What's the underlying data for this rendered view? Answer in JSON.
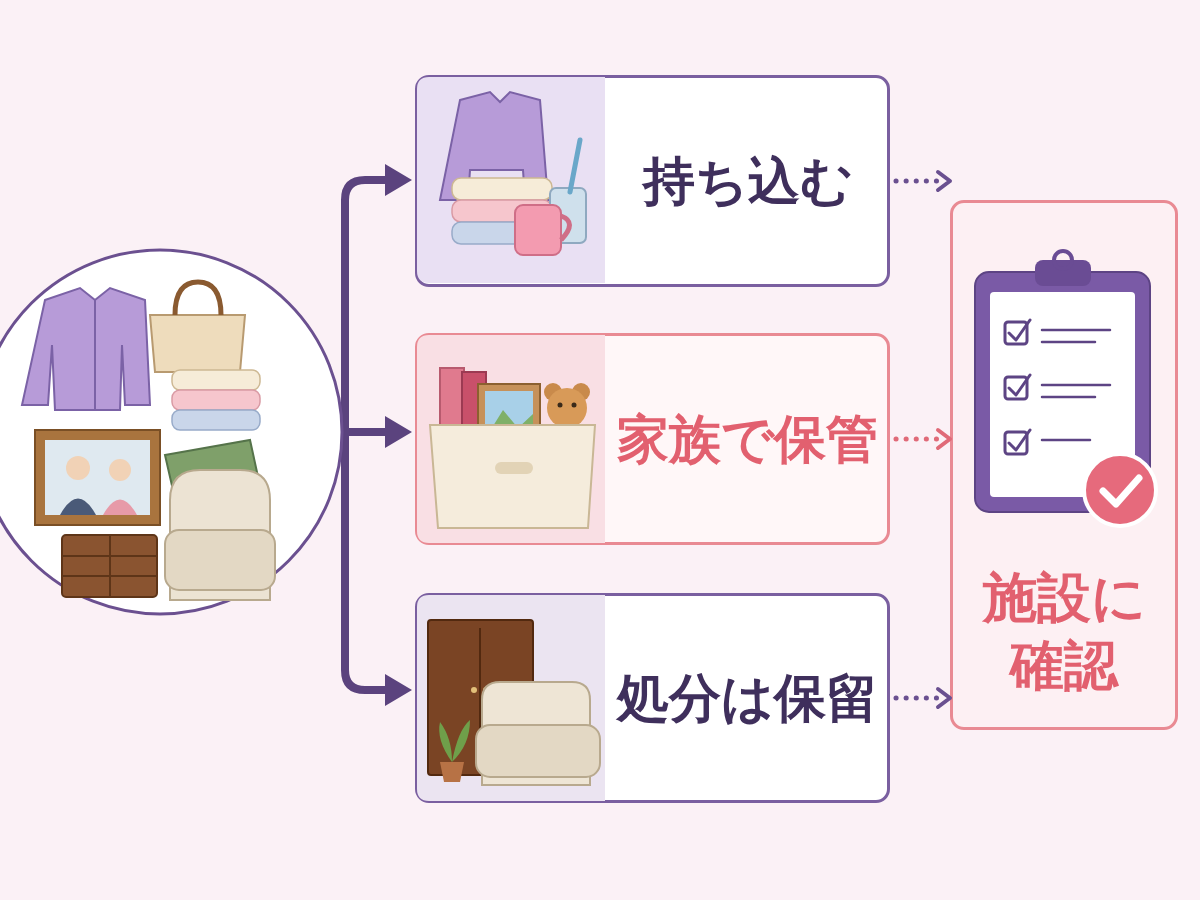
{
  "diagram": {
    "nodes": [
      {
        "text": [
          "持ち込む"
        ]
      },
      {
        "text": [
          "家族で保管"
        ]
      },
      {
        "text": [
          "処分は保留"
        ]
      },
      {
        "text": [
          "施設に 確認"
        ]
      }
    ],
    "edges": [
      {
        "from": 0,
        "to": 3,
        "arrow": "to"
      },
      {
        "from": 1,
        "to": 3,
        "arrow": "to"
      },
      {
        "from": 2,
        "to": 3,
        "arrow": "to"
      }
    ]
  }
}
